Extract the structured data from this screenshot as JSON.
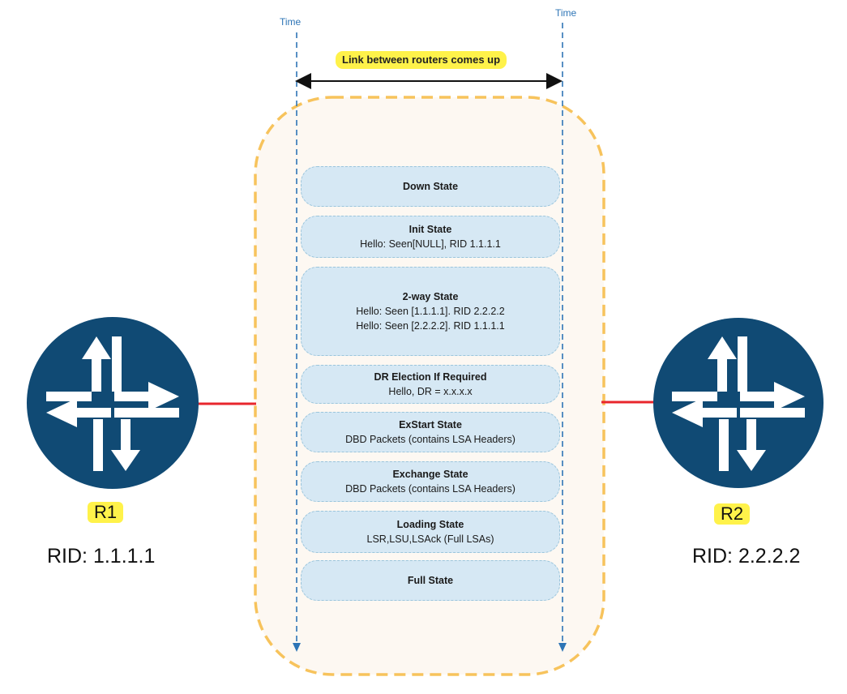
{
  "time_labels": {
    "left": "Time",
    "right": "Time"
  },
  "banner": "Link between routers comes up",
  "states": [
    {
      "title": "Down State",
      "lines": []
    },
    {
      "title": "Init State",
      "lines": [
        "Hello: Seen[NULL], RID 1.1.1.1"
      ]
    },
    {
      "title": "2-way State",
      "lines": [
        "Hello: Seen [1.1.1.1]. RID 2.2.2.2",
        "Hello: Seen [2.2.2.2]. RID 1.1.1.1"
      ]
    },
    {
      "title": "DR Election If Required",
      "lines": [
        "Hello, DR = x.x.x.x"
      ]
    },
    {
      "title": "ExStart State",
      "lines": [
        "DBD Packets (contains LSA Headers)"
      ]
    },
    {
      "title": "Exchange State",
      "lines": [
        "DBD Packets (contains LSA Headers)"
      ]
    },
    {
      "title": "Loading State",
      "lines": [
        "LSR,LSU,LSAck (Full LSAs)"
      ]
    },
    {
      "title": "Full State",
      "lines": []
    }
  ],
  "routers": {
    "r1": {
      "name": "R1",
      "rid": "RID: 1.1.1.1"
    },
    "r2": {
      "name": "R2",
      "rid": "RID: 2.2.2.2"
    }
  },
  "colors": {
    "router_fill": "#104a74",
    "link": "#e8262c",
    "timeline": "#2e75b6",
    "region_border": "#f7c35c",
    "region_fill": "#fdf8f2",
    "highlight": "#fff24a"
  }
}
